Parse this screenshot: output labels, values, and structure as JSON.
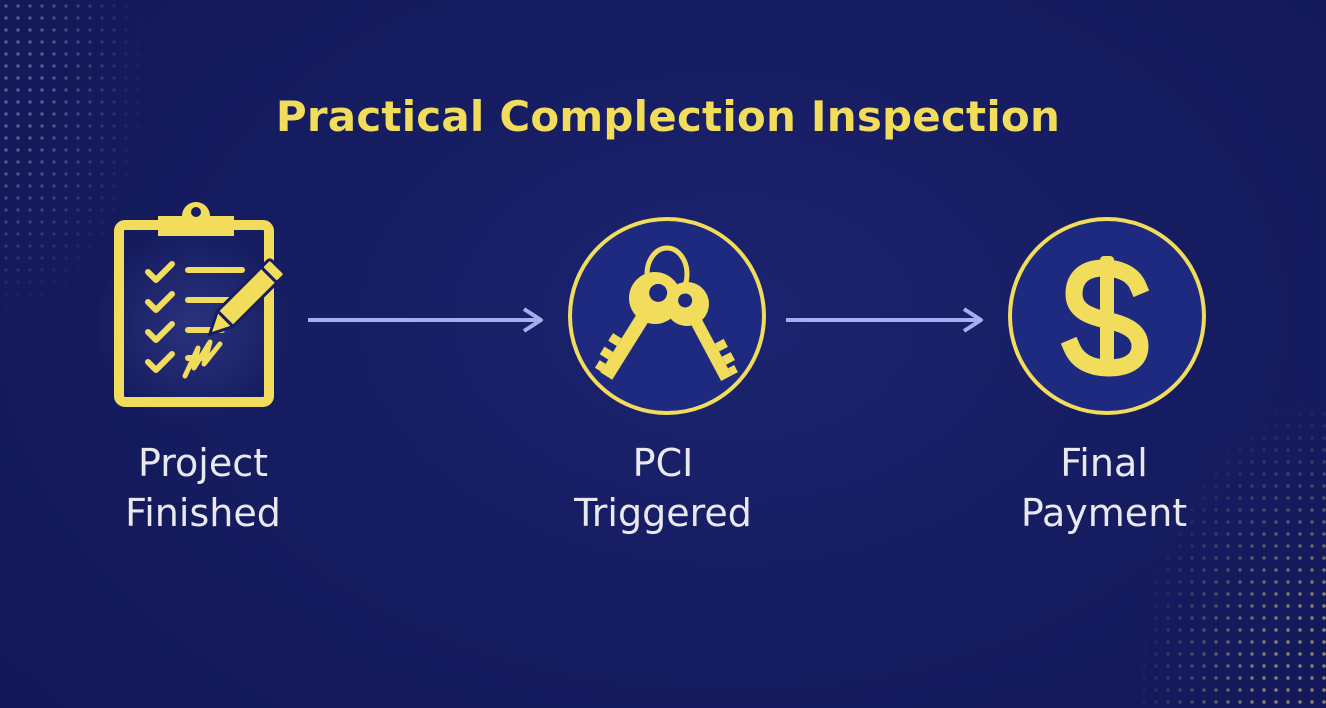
{
  "title": "Practical Complection Inspection",
  "steps": [
    {
      "line1": "Project",
      "line2": "Finished",
      "icon": "clipboard-checklist-icon"
    },
    {
      "line1": "PCI",
      "line2": "Triggered",
      "icon": "keys-icon"
    },
    {
      "line1": "Final",
      "line2": "Payment",
      "icon": "dollar-sign-icon"
    }
  ],
  "colors": {
    "background": "#161d62",
    "accent": "#f2dc5b",
    "text": "#e8e8ee",
    "arrow": "#a7aef0"
  }
}
